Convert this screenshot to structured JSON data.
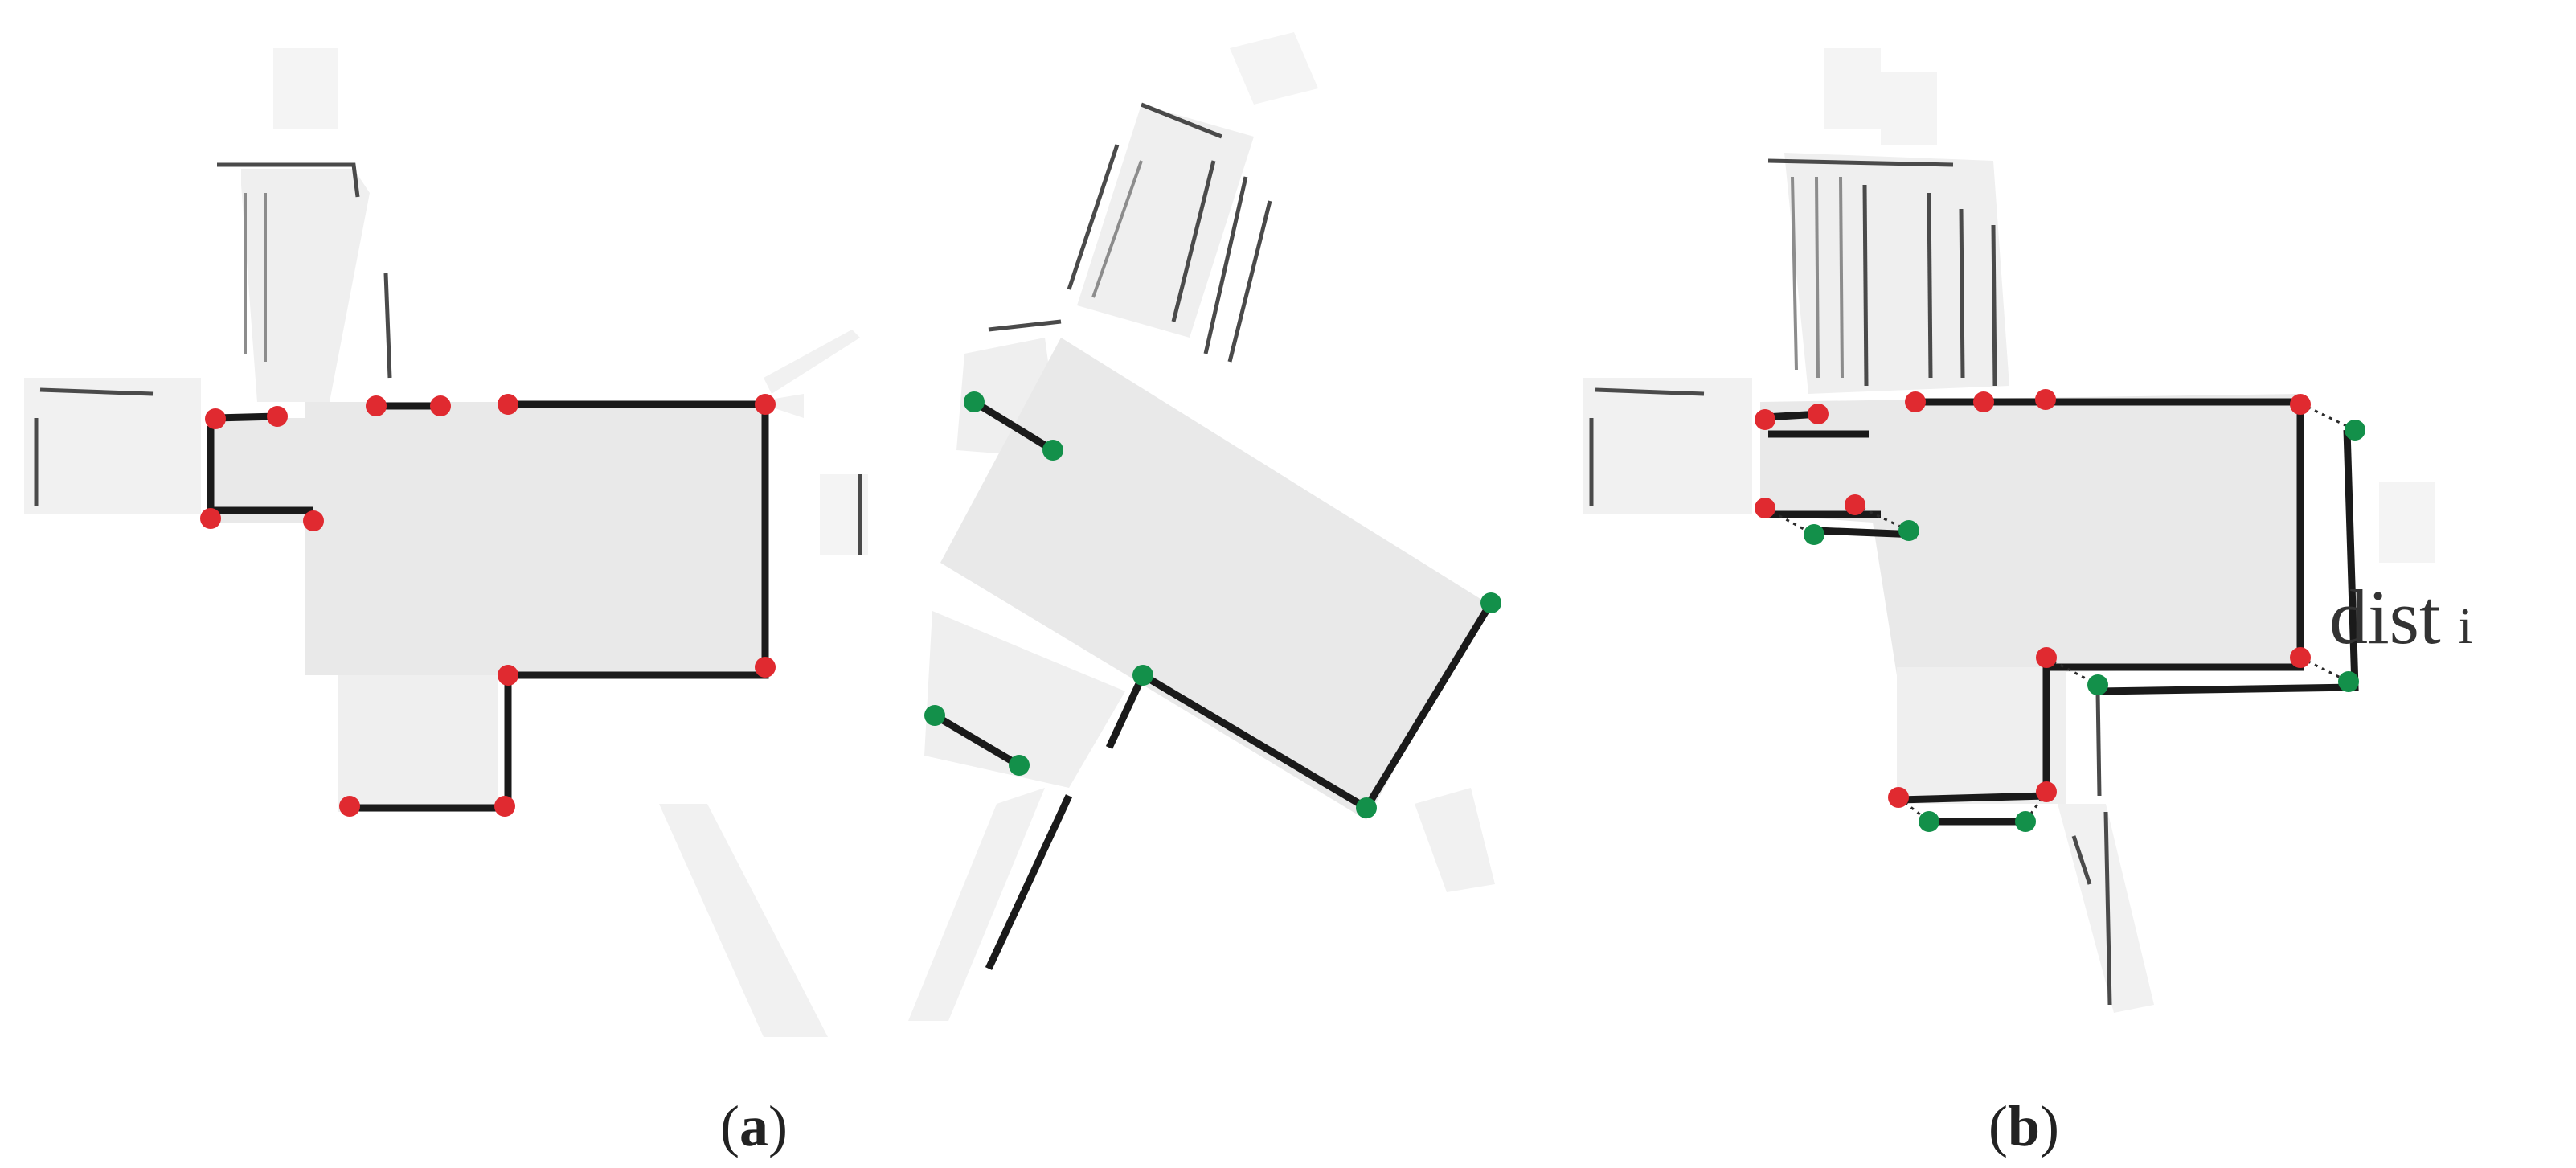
{
  "panels": [
    {
      "id": "a",
      "caption_open": "(",
      "caption_letter": "a",
      "caption_close": ")"
    },
    {
      "id": "b",
      "caption_open": "(",
      "caption_letter": "b",
      "caption_close": ")"
    }
  ],
  "annotation": {
    "main": "dist",
    "sub": "i"
  },
  "colors": {
    "reference_corner": "#e02a30",
    "rotated_corner": "#13904a",
    "wall": "#1a1a1a"
  }
}
